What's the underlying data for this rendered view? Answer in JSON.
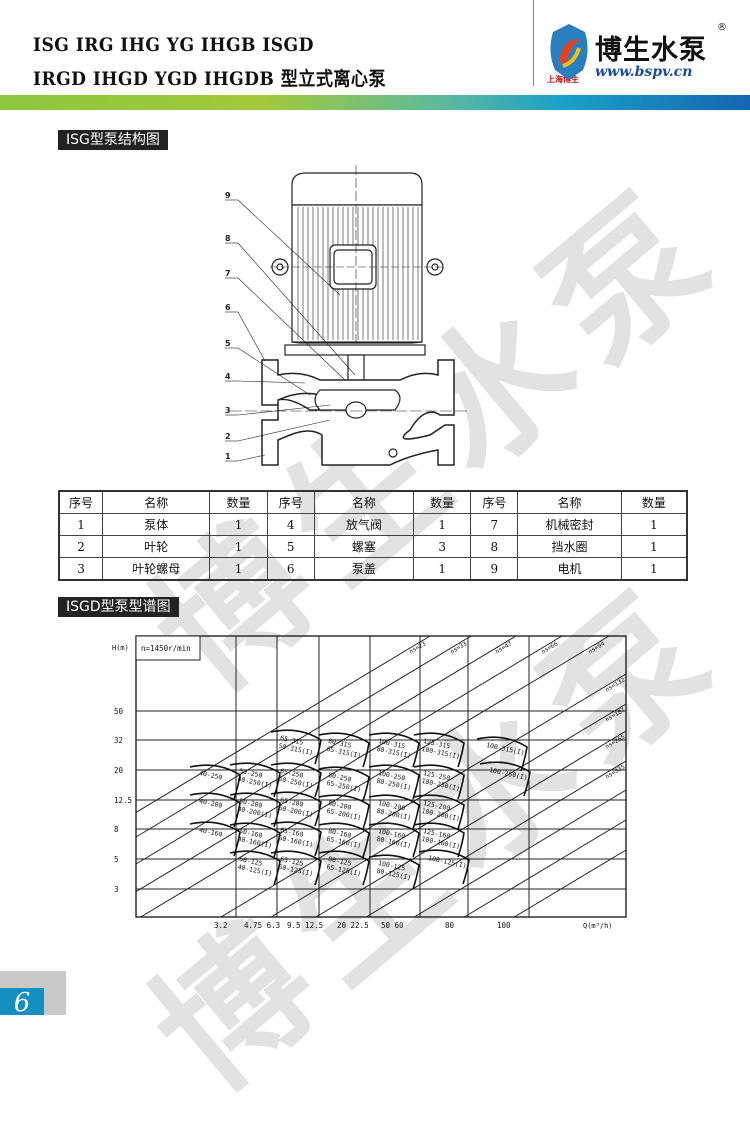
{
  "header": {
    "title_line1": "ISG  IRG  IHG  YG  IHGB  ISGD",
    "title_line2": "IRGD  IHGD  YGD  IHGDB 型立式离心泵",
    "logo": {
      "name": "博生水泵",
      "url": "www.bspv.cn",
      "registered": "®",
      "sub": "上海博生"
    },
    "band_colors": [
      "#8cc63f",
      "#1aa0c8",
      "#1565b0"
    ]
  },
  "watermark": "博生水泵",
  "section1": {
    "title": "ISG型泵结构图",
    "callouts": [
      "9",
      "8",
      "7",
      "6",
      "5",
      "4",
      "3",
      "2",
      "1"
    ]
  },
  "parts_table": {
    "headers": [
      "序号",
      "名称",
      "数量",
      "序号",
      "名称",
      "数量",
      "序号",
      "名称",
      "数量"
    ],
    "rows": [
      [
        "1",
        "泵体",
        "1",
        "4",
        "放气阀",
        "1",
        "7",
        "机械密封",
        "1"
      ],
      [
        "2",
        "叶轮",
        "1",
        "5",
        "螺塞",
        "3",
        "8",
        "挡水圈",
        "1"
      ],
      [
        "3",
        "叶轮螺母",
        "1",
        "6",
        "泵盖",
        "1",
        "9",
        "电机",
        "1"
      ]
    ]
  },
  "section2": {
    "title": "ISGD型泵型谱图",
    "speed": "n=1450r/min",
    "y_axis_label": "H(m)",
    "x_axis_label": "Q(m³/h)",
    "y_ticks": [
      "50",
      "32",
      "20",
      "12.5",
      "8",
      "5",
      "3"
    ],
    "x_ticks": [
      "3.2",
      "4.75 6.3",
      "9.5 12.5",
      "20  22.5",
      "50 60",
      "80",
      "100"
    ],
    "ns_labels": [
      "ns=23",
      "ns=33",
      "ns=47",
      "ns=66",
      "ns=94",
      "ns=132",
      "ns=187",
      "ns=265",
      "ns=335"
    ],
    "pump_models": [
      [
        "40-250"
      ],
      [
        "40-200"
      ],
      [
        "40-160"
      ],
      [
        "50-250",
        "40-250(I)"
      ],
      [
        "50-200",
        "40-200(I)"
      ],
      [
        "50-160",
        "40-160(I)"
      ],
      [
        "50-125",
        "40-125(I)"
      ],
      [
        "65-315",
        "50-315(I)"
      ],
      [
        "65-250",
        "50-250(I)"
      ],
      [
        "65-200",
        "50-200(I)"
      ],
      [
        "65-160",
        "50-160(I)"
      ],
      [
        "65-125",
        "50-125(I)"
      ],
      [
        "80-315",
        "65-315(I)"
      ],
      [
        "80-250",
        "65-250(I)"
      ],
      [
        "80-200",
        "65-200(I)"
      ],
      [
        "80-160",
        "65-160(I)"
      ],
      [
        "80-125",
        "65-125(I)"
      ],
      [
        "100-315",
        "80-315(I)"
      ],
      [
        "100-250",
        "80-250(I)"
      ],
      [
        "100-200",
        "80-200(I)"
      ],
      [
        "100-160",
        "80-160(I)"
      ],
      [
        "100-125",
        "80-125(I)"
      ],
      [
        "125-315",
        "100-315(I)"
      ],
      [
        "125-250",
        "100-250(I)"
      ],
      [
        "125-200",
        "100-200(I)"
      ],
      [
        "125-160",
        "100-160(I)"
      ],
      [
        "100-125(I)"
      ],
      [
        "100-315(I)"
      ],
      [
        "100-250(I)"
      ]
    ]
  },
  "footer": {
    "page_number": "6",
    "accent": "#1490c0"
  }
}
